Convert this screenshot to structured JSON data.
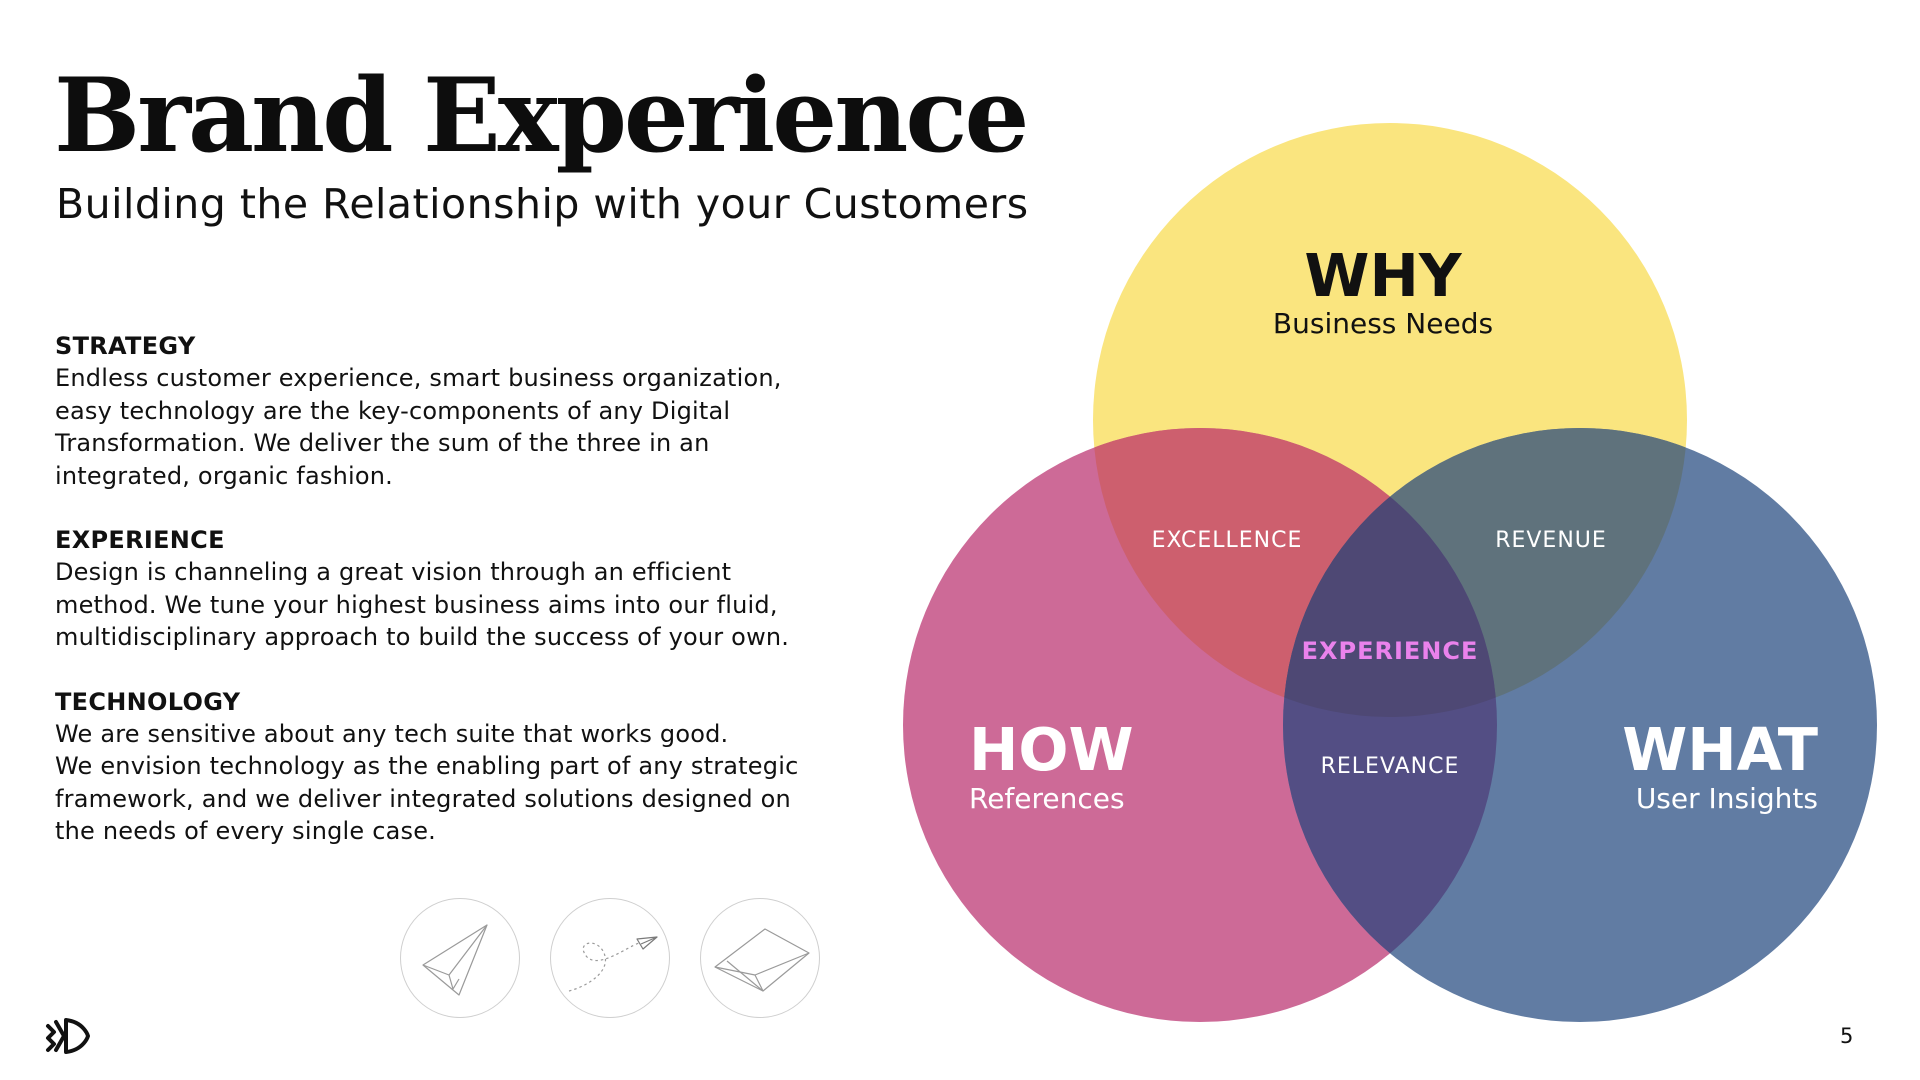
{
  "slide": {
    "title": "Brand Experience",
    "subtitle": "Building the Relationship with your Customers",
    "page_number": "5"
  },
  "sections": [
    {
      "heading": "STRATEGY",
      "lines": [
        "Endless customer experience, smart business organization,",
        "easy technology are the key-components of any Digital",
        "Transformation. We deliver the sum of the three in an",
        "integrated, organic fashion."
      ]
    },
    {
      "heading": "EXPERIENCE",
      "lines": [
        "Design is channeling a great vision through an efficient",
        "method. We tune your highest business aims into our fluid,",
        "multidisciplinary approach to build the success of your own."
      ]
    },
    {
      "heading": "TECHNOLOGY",
      "lines": [
        "We are sensitive about any tech suite that works good.",
        "We envision technology as the enabling part of any strategic",
        "framework, and we deliver integrated solutions designed on",
        "the needs of every single case."
      ]
    }
  ],
  "venn": {
    "why": {
      "title": "WHY",
      "subtitle": "Business Needs",
      "color": "#fae57f"
    },
    "how": {
      "title": "HOW",
      "subtitle": "References",
      "color": "#cd6a97"
    },
    "what": {
      "title": "WHAT",
      "subtitle": "User Insights",
      "color": "#617ca3"
    },
    "overlaps": {
      "excellence": {
        "label": "EXCELLENCE",
        "color": "#cd5f6e"
      },
      "revenue": {
        "label": "REVENUE",
        "color": "#5f727c"
      },
      "relevance": {
        "label": "RELEVANCE",
        "color": "#534e84"
      },
      "experience": {
        "label": "EXPERIENCE",
        "color": "#4e4874",
        "text_color": "#ea82ec"
      }
    }
  },
  "icons": [
    "paper-plane-icon",
    "flight-path-icon",
    "paper-envelope-icon"
  ],
  "logo": "fish-logo-icon"
}
